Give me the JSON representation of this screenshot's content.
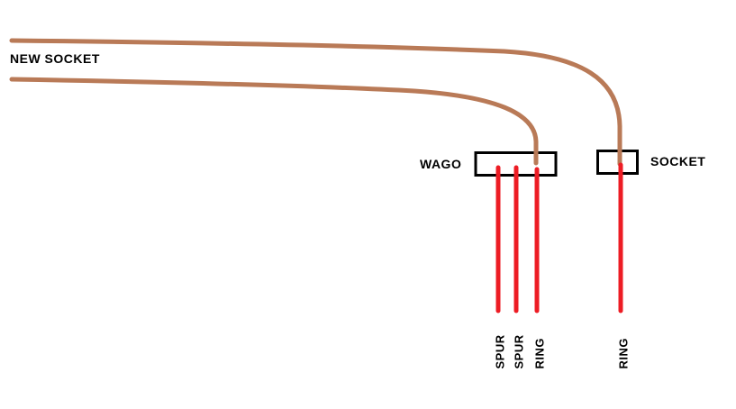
{
  "colors": {
    "wire_brown": "#B97A57",
    "wire_red": "#ED1C24",
    "box_border": "#000000",
    "text": "#000000",
    "background": "#FFFFFF"
  },
  "labels": {
    "new_socket": "NEW SOCKET",
    "wago": "WAGO",
    "socket": "SOCKET"
  },
  "wire_labels": [
    "SPUR",
    "SPUR",
    "RING",
    "RING"
  ]
}
